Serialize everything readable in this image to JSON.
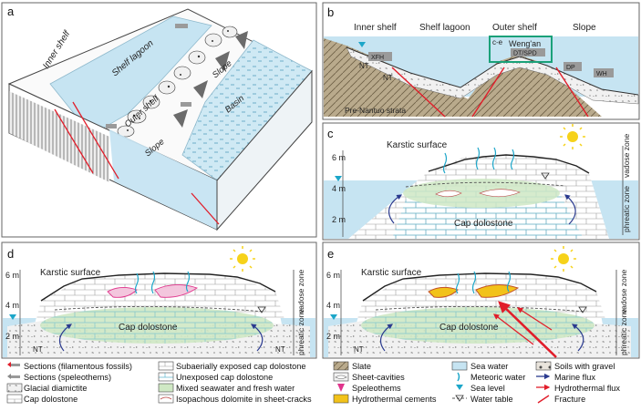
{
  "panels": {
    "a": {
      "letter": "a",
      "labels": {
        "inner_shelf": "Inner shelf",
        "shelf_lagoon": "Shelf lagoon",
        "outer_shelf": "Outer shelf",
        "slope_left": "Slope",
        "slope_right": "Slope",
        "basin": "Basin"
      }
    },
    "b": {
      "letter": "b",
      "headers": [
        "Inner shelf",
        "Shelf lagoon",
        "Outer shelf",
        "Slope"
      ],
      "box_label": "c-e",
      "wengan": "Weng'an",
      "sections": {
        "s1": "XFH",
        "s2": "DT/SPD",
        "s3": "DP",
        "s4": "WH"
      },
      "nt1": "NT",
      "nt2": "NT",
      "pre": "Pre-Nantuo strata"
    },
    "c": {
      "letter": "c",
      "karst": "Karstic surface",
      "y_ticks": [
        "6 m",
        "4 m",
        "2 m"
      ],
      "cap": "Cap dolostone",
      "vadose": "vadose zone",
      "phreatic": "phreatic zone"
    },
    "d": {
      "letter": "d",
      "karst": "Karstic surface",
      "y_ticks": [
        "6 m",
        "4 m",
        "2 m"
      ],
      "cap": "Cap dolostone",
      "nt_left": "NT",
      "nt_right": "NT",
      "vadose": "vadose zone",
      "phreatic": "phreatic zone"
    },
    "e": {
      "letter": "e",
      "karst": "Karstic surface",
      "y_ticks": [
        "6 m",
        "4 m",
        "2 m"
      ],
      "cap": "Cap dolostone",
      "nt_left": "NT",
      "vadose": "vadose zone",
      "phreatic": "phreatic zone"
    }
  },
  "legend": {
    "col1": [
      "Sections (filamentous fossils)",
      "Sections (speleothems)",
      "Glacial diamictite",
      "Cap dolostone"
    ],
    "col2": [
      "Subaerially exposed cap dolostone",
      "Unexposed cap dolostone",
      "Mixed seawater and fresh water",
      "Isopachous dolomite in sheet-cracks"
    ],
    "col3": [
      "Slate",
      "Sheet-cavities",
      "Speleothems",
      "Hydrothermal cements"
    ],
    "col4": [
      "Sea water",
      "Meteoric water",
      "Sea level",
      "Water table"
    ],
    "col5": [
      "Soils with gravel",
      "Marine flux",
      "Hydrothermal flux",
      "Fracture"
    ]
  },
  "colors": {
    "sea": "#c6e4f2",
    "mixed": "#cfe8c4",
    "slate": "#b7a889",
    "hydrothermal": "#f2c21a",
    "speleothem": "#e0358c",
    "flux": "#e11d2a",
    "marine_flux": "#2a3a8f",
    "frame": "#555555",
    "box": "#1aa179"
  }
}
